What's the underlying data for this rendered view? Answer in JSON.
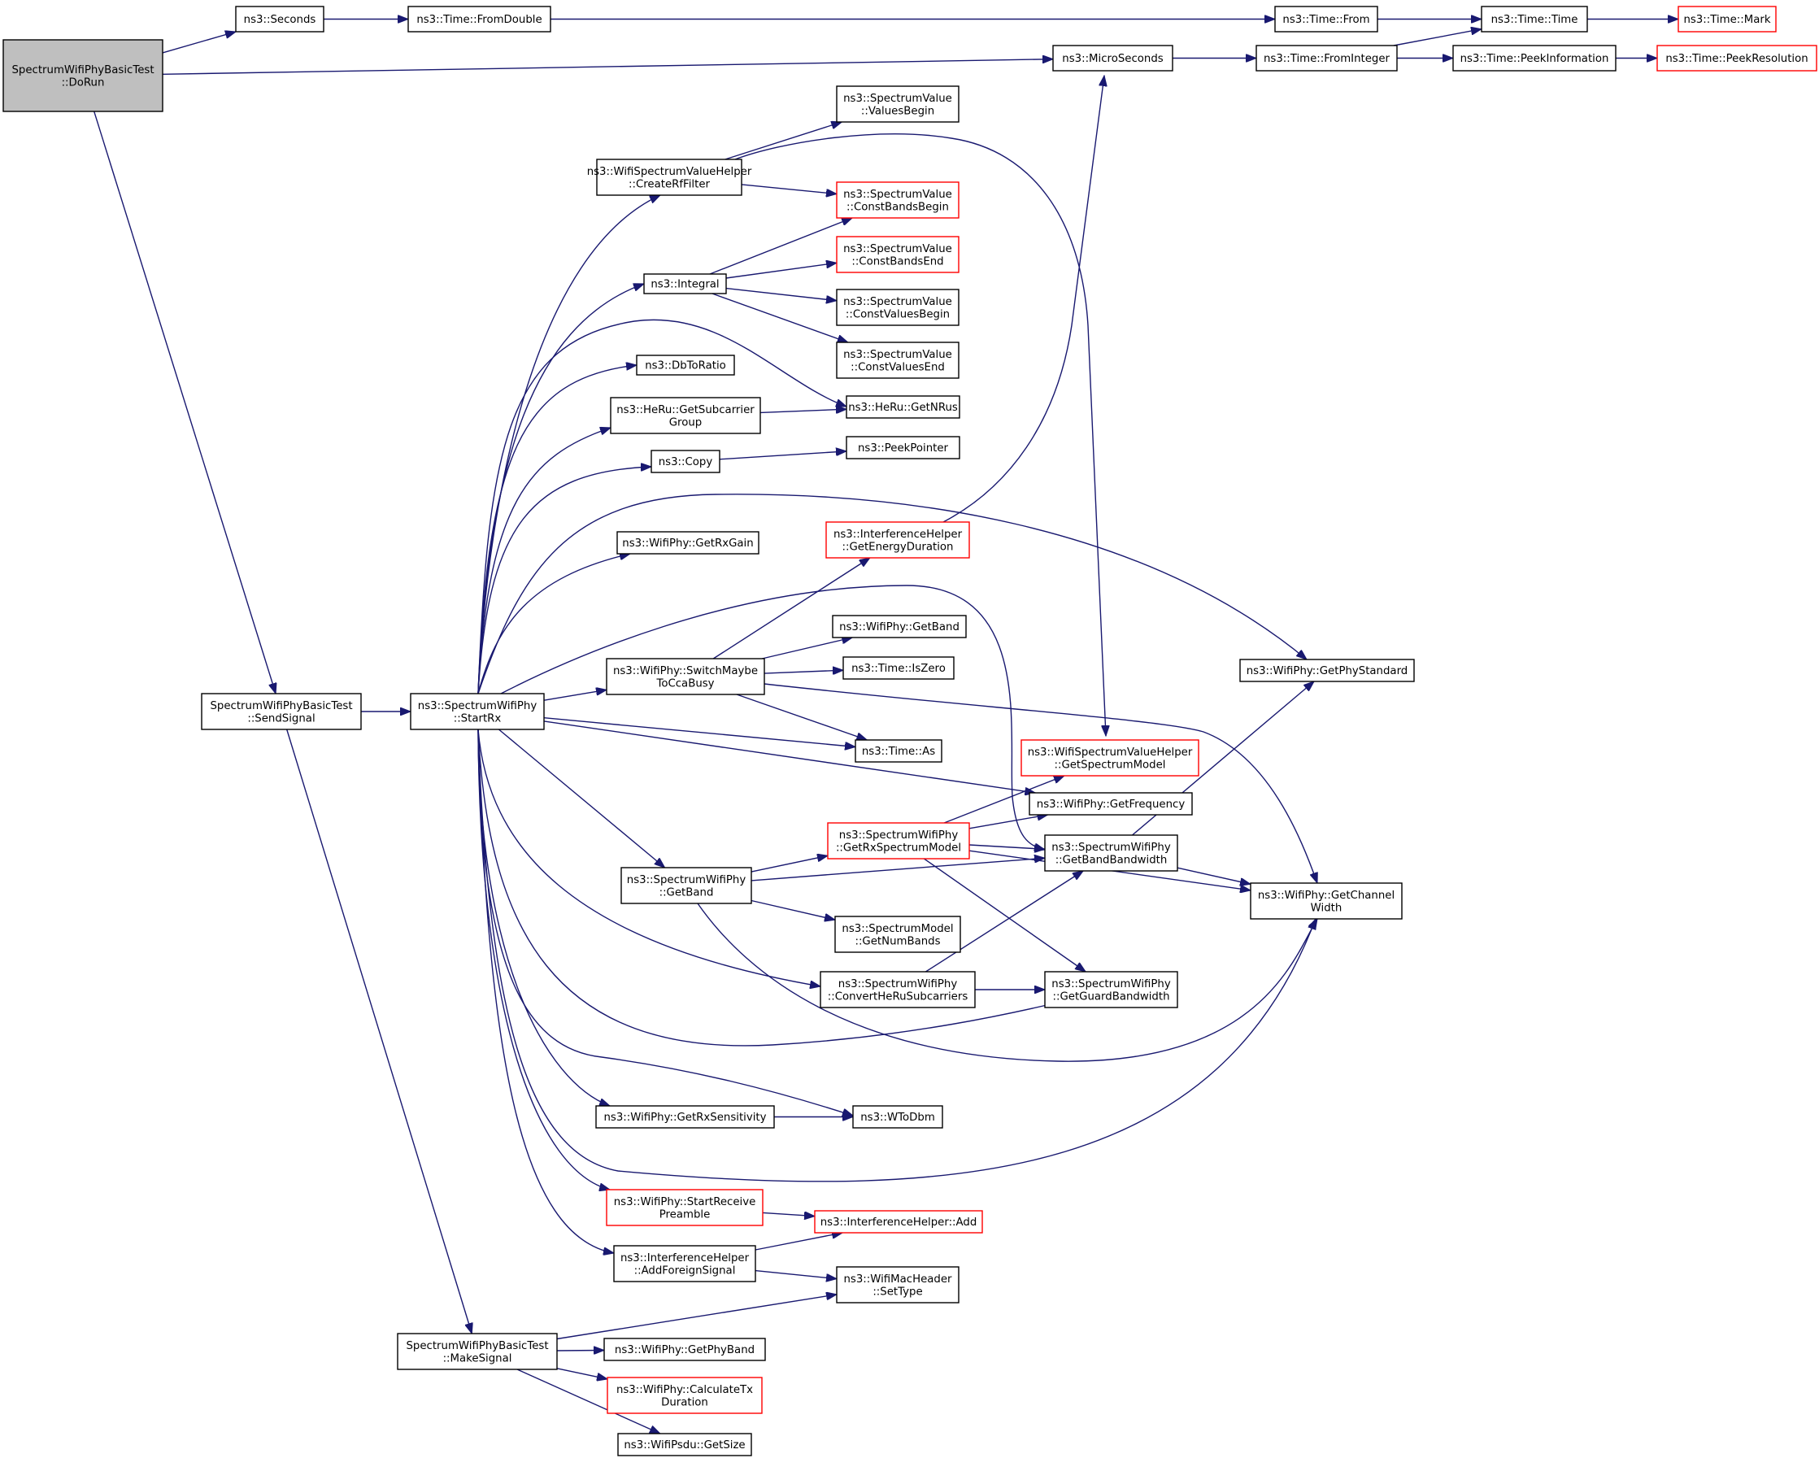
{
  "diagram": {
    "colors": {
      "edge": "#191970",
      "node_border": "#000000",
      "truncated_node_border": "#ff0000",
      "root_fill": "#bfbfbf"
    },
    "nodes": [
      {
        "id": "dorun",
        "lines": [
          "SpectrumWifiPhyBasicTest",
          "::DoRun"
        ],
        "root": true
      },
      {
        "id": "seconds",
        "lines": [
          "ns3::Seconds"
        ]
      },
      {
        "id": "fromdouble",
        "lines": [
          "ns3::Time::FromDouble"
        ]
      },
      {
        "id": "timefrom",
        "lines": [
          "ns3::Time::From"
        ]
      },
      {
        "id": "timetime",
        "lines": [
          "ns3::Time::Time"
        ]
      },
      {
        "id": "timemark",
        "lines": [
          "ns3::Time::Mark"
        ],
        "red": true
      },
      {
        "id": "microseconds",
        "lines": [
          "ns3::MicroSeconds"
        ]
      },
      {
        "id": "frominteger",
        "lines": [
          "ns3::Time::FromInteger"
        ]
      },
      {
        "id": "peekinfo",
        "lines": [
          "ns3::Time::PeekInformation"
        ]
      },
      {
        "id": "peekres",
        "lines": [
          "ns3::Time::PeekResolution"
        ],
        "red": true
      },
      {
        "id": "valuesbegin",
        "lines": [
          "ns3::SpectrumValue",
          "::ValuesBegin"
        ]
      },
      {
        "id": "createrf",
        "lines": [
          "ns3::WifiSpectrumValueHelper",
          "::CreateRfFilter"
        ]
      },
      {
        "id": "constbandsbegin",
        "lines": [
          "ns3::SpectrumValue",
          "::ConstBandsBegin"
        ],
        "red": true
      },
      {
        "id": "integral",
        "lines": [
          "ns3::Integral"
        ]
      },
      {
        "id": "constbandsend",
        "lines": [
          "ns3::SpectrumValue",
          "::ConstBandsEnd"
        ],
        "red": true
      },
      {
        "id": "constvaluesbegin",
        "lines": [
          "ns3::SpectrumValue",
          "::ConstValuesBegin"
        ]
      },
      {
        "id": "constvaluesend",
        "lines": [
          "ns3::SpectrumValue",
          "::ConstValuesEnd"
        ]
      },
      {
        "id": "dbtoratio",
        "lines": [
          "ns3::DbToRatio"
        ]
      },
      {
        "id": "getsubcarrier",
        "lines": [
          "ns3::HeRu::GetSubcarrier",
          "Group"
        ]
      },
      {
        "id": "getnrus",
        "lines": [
          "ns3::HeRu::GetNRus"
        ]
      },
      {
        "id": "copy",
        "lines": [
          "ns3::Copy"
        ]
      },
      {
        "id": "peekpointer",
        "lines": [
          "ns3::PeekPointer"
        ]
      },
      {
        "id": "getenergy",
        "lines": [
          "ns3::InterferenceHelper",
          "::GetEnergyDuration"
        ],
        "red": true
      },
      {
        "id": "getrxgain",
        "lines": [
          "ns3::WifiPhy::GetRxGain"
        ]
      },
      {
        "id": "wifigetband",
        "lines": [
          "ns3::WifiPhy::GetBand"
        ]
      },
      {
        "id": "switchmaybe",
        "lines": [
          "ns3::WifiPhy::SwitchMaybe",
          "ToCcaBusy"
        ]
      },
      {
        "id": "iszero",
        "lines": [
          "ns3::Time::IsZero"
        ]
      },
      {
        "id": "getphystandard",
        "lines": [
          "ns3::WifiPhy::GetPhyStandard"
        ]
      },
      {
        "id": "sendsignal",
        "lines": [
          "SpectrumWifiPhyBasicTest",
          "::SendSignal"
        ]
      },
      {
        "id": "startrx",
        "lines": [
          "ns3::SpectrumWifiPhy",
          "::StartRx"
        ]
      },
      {
        "id": "timeas",
        "lines": [
          "ns3::Time::As"
        ]
      },
      {
        "id": "getspectrummodel",
        "lines": [
          "ns3::WifiSpectrumValueHelper",
          "::GetSpectrumModel"
        ],
        "red": true
      },
      {
        "id": "getfrequency",
        "lines": [
          "ns3::WifiPhy::GetFrequency"
        ]
      },
      {
        "id": "getrxspectrum",
        "lines": [
          "ns3::SpectrumWifiPhy",
          "::GetRxSpectrumModel"
        ],
        "red": true
      },
      {
        "id": "getbandbw",
        "lines": [
          "ns3::SpectrumWifiPhy",
          "::GetBandBandwidth"
        ]
      },
      {
        "id": "spgetband",
        "lines": [
          "ns3::SpectrumWifiPhy",
          "::GetBand"
        ]
      },
      {
        "id": "getchannelwidth",
        "lines": [
          "ns3::WifiPhy::GetChannel",
          "Width"
        ]
      },
      {
        "id": "getnumbands",
        "lines": [
          "ns3::SpectrumModel",
          "::GetNumBands"
        ]
      },
      {
        "id": "convertheru",
        "lines": [
          "ns3::SpectrumWifiPhy",
          "::ConvertHeRuSubcarriers"
        ]
      },
      {
        "id": "getguardbw",
        "lines": [
          "ns3::SpectrumWifiPhy",
          "::GetGuardBandwidth"
        ]
      },
      {
        "id": "getrxsens",
        "lines": [
          "ns3::WifiPhy::GetRxSensitivity"
        ]
      },
      {
        "id": "wtodbm",
        "lines": [
          "ns3::WToDbm"
        ]
      },
      {
        "id": "startreceive",
        "lines": [
          "ns3::WifiPhy::StartReceive",
          "Preamble"
        ],
        "red": true
      },
      {
        "id": "interfadd",
        "lines": [
          "ns3::InterferenceHelper::Add"
        ],
        "red": true
      },
      {
        "id": "addforeign",
        "lines": [
          "ns3::InterferenceHelper",
          "::AddForeignSignal"
        ]
      },
      {
        "id": "settype",
        "lines": [
          "ns3::WifiMacHeader",
          "::SetType"
        ]
      },
      {
        "id": "makesignal",
        "lines": [
          "SpectrumWifiPhyBasicTest",
          "::MakeSignal"
        ]
      },
      {
        "id": "getphyband",
        "lines": [
          "ns3::WifiPhy::GetPhyBand"
        ]
      },
      {
        "id": "calctx",
        "lines": [
          "ns3::WifiPhy::CalculateTx",
          "Duration"
        ],
        "red": true
      },
      {
        "id": "psdusize",
        "lines": [
          "ns3::WifiPsdu::GetSize"
        ]
      }
    ],
    "edges": [
      [
        "dorun",
        "seconds"
      ],
      [
        "dorun",
        "microseconds"
      ],
      [
        "dorun",
        "sendsignal"
      ],
      [
        "seconds",
        "fromdouble"
      ],
      [
        "fromdouble",
        "timefrom"
      ],
      [
        "timefrom",
        "timetime"
      ],
      [
        "timetime",
        "timemark"
      ],
      [
        "microseconds",
        "frominteger"
      ],
      [
        "frominteger",
        "timetime"
      ],
      [
        "frominteger",
        "peekinfo"
      ],
      [
        "peekinfo",
        "peekres"
      ],
      [
        "sendsignal",
        "startrx"
      ],
      [
        "sendsignal",
        "makesignal"
      ],
      [
        "createrf",
        "valuesbegin"
      ],
      [
        "createrf",
        "constbandsbegin"
      ],
      [
        "createrf",
        "getspectrummodel"
      ],
      [
        "integral",
        "constbandsbegin"
      ],
      [
        "integral",
        "constbandsend"
      ],
      [
        "integral",
        "constvaluesbegin"
      ],
      [
        "integral",
        "constvaluesend"
      ],
      [
        "getsubcarrier",
        "getnrus"
      ],
      [
        "copy",
        "peekpointer"
      ],
      [
        "getenergy",
        "microseconds"
      ],
      [
        "switchmaybe",
        "getenergy"
      ],
      [
        "switchmaybe",
        "wifigetband"
      ],
      [
        "switchmaybe",
        "iszero"
      ],
      [
        "switchmaybe",
        "timeas"
      ],
      [
        "switchmaybe",
        "getchannelwidth"
      ],
      [
        "startrx",
        "createrf"
      ],
      [
        "startrx",
        "integral"
      ],
      [
        "startrx",
        "getnrus"
      ],
      [
        "startrx",
        "dbtoratio"
      ],
      [
        "startrx",
        "getsubcarrier"
      ],
      [
        "startrx",
        "copy"
      ],
      [
        "startrx",
        "getphystandard"
      ],
      [
        "startrx",
        "getrxgain"
      ],
      [
        "startrx",
        "getbandbw"
      ],
      [
        "startrx",
        "switchmaybe"
      ],
      [
        "startrx",
        "timeas"
      ],
      [
        "startrx",
        "getfrequency"
      ],
      [
        "startrx",
        "spgetband"
      ],
      [
        "startrx",
        "convertheru"
      ],
      [
        "startrx",
        "getguardbw"
      ],
      [
        "startrx",
        "getrxsens"
      ],
      [
        "startrx",
        "wtodbm"
      ],
      [
        "startrx",
        "getchannelwidth"
      ],
      [
        "startrx",
        "startreceive"
      ],
      [
        "startrx",
        "addforeign"
      ],
      [
        "getrxspectrum",
        "getspectrummodel"
      ],
      [
        "getrxspectrum",
        "getfrequency"
      ],
      [
        "getrxspectrum",
        "getbandbw"
      ],
      [
        "getrxspectrum",
        "getchannelwidth"
      ],
      [
        "getrxspectrum",
        "getguardbw"
      ],
      [
        "getbandbw",
        "getphystandard"
      ],
      [
        "getbandbw",
        "getchannelwidth"
      ],
      [
        "spgetband",
        "getrxspectrum"
      ],
      [
        "spgetband",
        "getbandbw"
      ],
      [
        "spgetband",
        "getnumbands"
      ],
      [
        "spgetband",
        "getchannelwidth"
      ],
      [
        "convertheru",
        "getbandbw"
      ],
      [
        "convertheru",
        "getguardbw"
      ],
      [
        "getrxsens",
        "wtodbm"
      ],
      [
        "startreceive",
        "interfadd"
      ],
      [
        "addforeign",
        "interfadd"
      ],
      [
        "addforeign",
        "settype"
      ],
      [
        "makesignal",
        "settype"
      ],
      [
        "makesignal",
        "getphyband"
      ],
      [
        "makesignal",
        "calctx"
      ],
      [
        "makesignal",
        "psdusize"
      ]
    ]
  }
}
